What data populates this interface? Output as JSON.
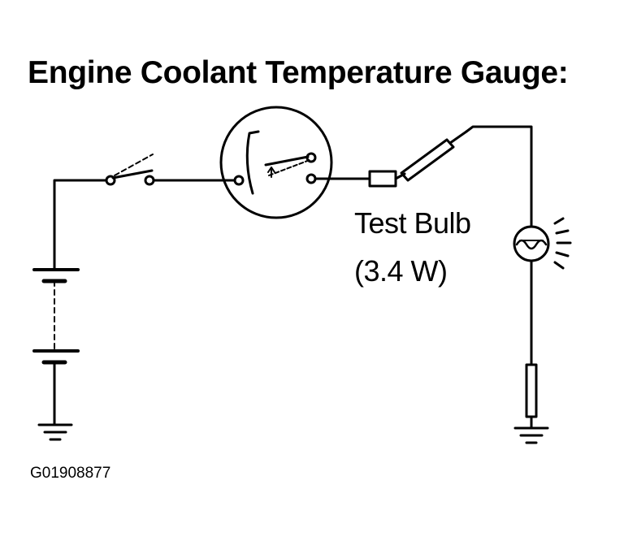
{
  "title": "Engine Coolant Temperature Gauge:",
  "test_bulb": {
    "name": "Test Bulb",
    "rating": "(3.4 W)"
  },
  "figure_code": "G01908877",
  "colors": {
    "ink": "#000000",
    "paper": "#ffffff"
  }
}
